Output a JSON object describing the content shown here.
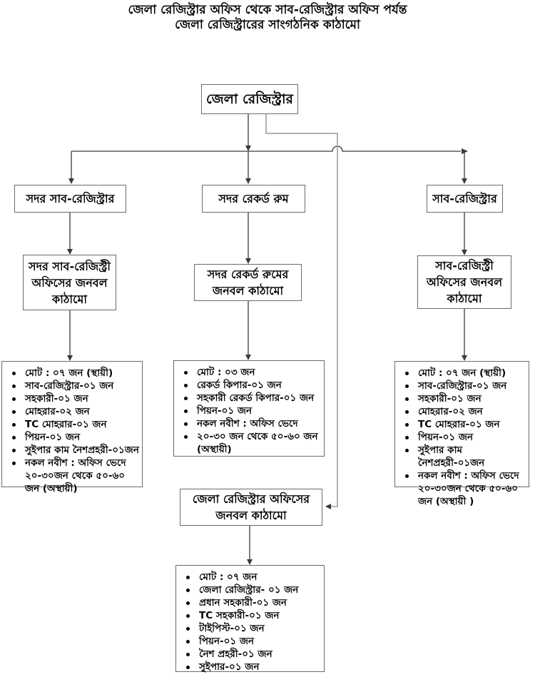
{
  "title": {
    "line1": "জেলা রেজিস্ট্রার অফিস থেকে সাব-রেজিস্ট্রার অফিস পর্যন্ত",
    "line2": "জেলা রেজিস্ট্রারের সাংগঠনিক কাঠামো"
  },
  "nodes": {
    "root": "জেলা রেজিস্ট্রার",
    "branch_left": "সদর সাব-রেজিস্ট্রার",
    "branch_middle": "সদর রেকর্ড রুম",
    "branch_right": "সাব-রেজিস্ট্রার",
    "staff_left": "সদর সাব-রেজিস্ট্রী অফিসের জনবল কাঠামো",
    "staff_middle": "সদর রেকর্ড রুমের জনবল কাঠামো",
    "staff_right": "সাব-রেজিস্ট্রী অফিসের জনবল কাঠামো",
    "district_office_staff": "জেলা রেজিস্ট্রার অফিসের জনবল কাঠামো"
  },
  "lists": {
    "left": {
      "items": [
        "মোট : ০৭ জন (স্থায়ী)",
        "সাব-রেজিস্ট্রার-০১ জন",
        "সহকারী-০১ জন",
        "মোহরার-০২ জন",
        "TC মোহরার-০১ জন",
        "পিয়ন-০১ জন",
        "সুইপার কাম নৈশপ্রহরী-০১জন",
        "নকল নবীশ : অফিস ভেদে ২০-৩০জন থেকে ৫০-৬০ জন (অস্থায়ী)"
      ]
    },
    "middle": {
      "items": [
        "মোট : ০৩ জন",
        "রেকর্ড কিপার-০১ জন",
        "সহকারী রেকর্ড কিপার-০১ জন",
        "পিয়ন-০১ জন",
        "নকল নবীশ : অফিস ভেদে",
        "২০-৩০ জন থেকে ৫০-৬০ জন (অস্থায়ী)"
      ]
    },
    "right": {
      "items": [
        "মোট : ০৭ জন (স্থায়ী)",
        "সাব-রেজিস্ট্রার-০১ জন",
        "সহকারী-০১ জন",
        "মোহরার-০২ জন",
        "TC মোহরার-০১ জন",
        "পিয়ন-০১ জন",
        "সুইপার কাম নৈশপ্রহরী-০১জন",
        "নকল নবীশ : অফিস ভেদে ২০-৩০জন থেকে ৫০-৬০ জন (অস্থায়ী )"
      ]
    },
    "bottom": {
      "items": [
        "মোট : ০৭ জন",
        "জেলা রেজিস্ট্রার- ০১ জন",
        "প্রধান সহকারী-০১ জন",
        "TC সহকারী-০১ জন",
        "টাইপিস্ট-০১ জন",
        "পিয়ন-০১ জন",
        "নৈশ প্রহরী-০১ জন",
        "সুইপার-০১ জন"
      ]
    }
  },
  "colors": {
    "background": "#ffffff",
    "text": "#000000",
    "box_border": "#6b6b6b",
    "connector": "#3a3a3a",
    "connector_light": "#9a9a9a"
  }
}
